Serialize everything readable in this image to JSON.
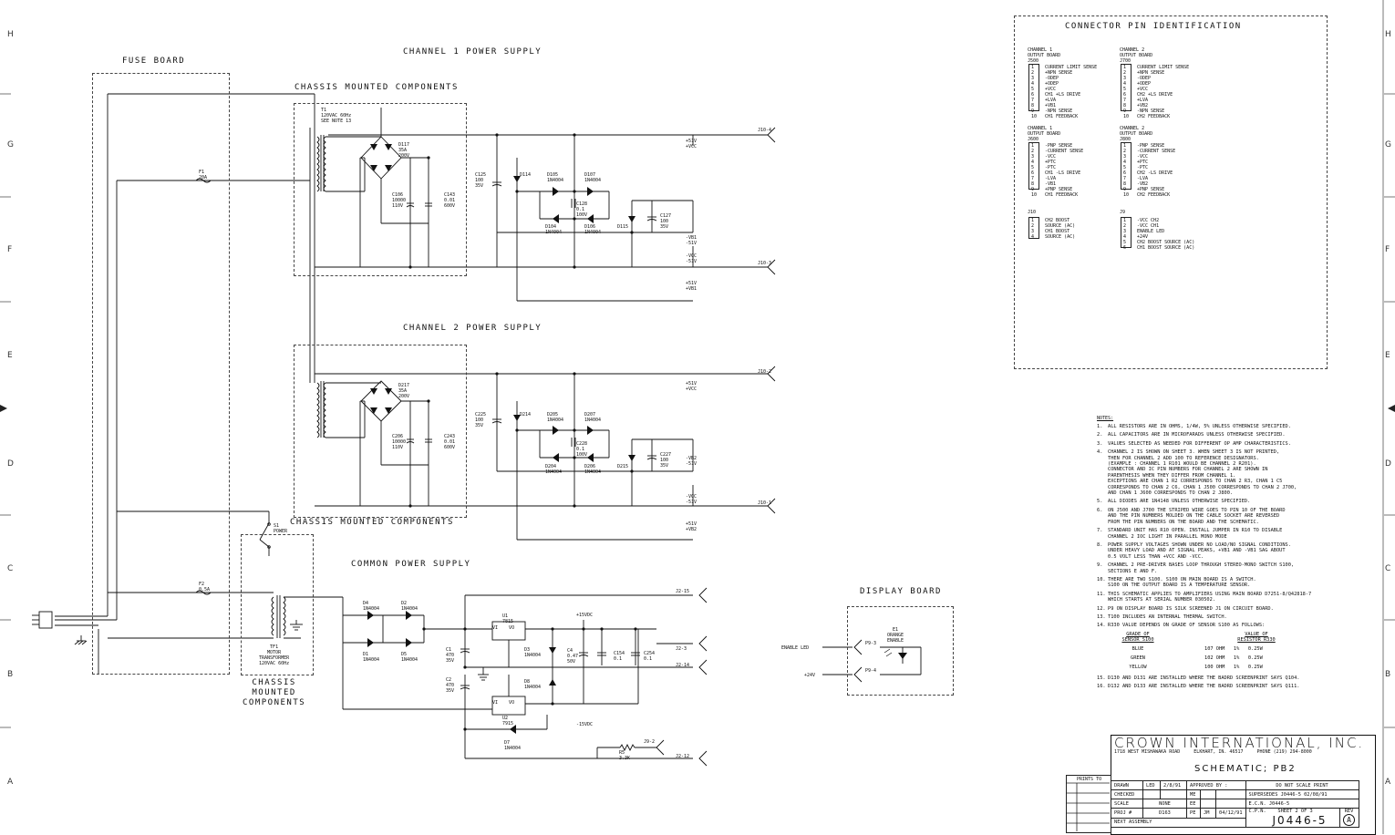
{
  "zones": {
    "left": [
      "H",
      "G",
      "F",
      "E",
      "D",
      "C",
      "B",
      "A"
    ],
    "right": [
      "H",
      "G",
      "F",
      "E",
      "D",
      "C",
      "B",
      "A"
    ]
  },
  "headings": {
    "fuse_board": "FUSE BOARD",
    "ch1_power_supply": "CHANNEL 1 POWER SUPPLY",
    "chassis_components_top": "CHASSIS MOUNTED COMPONENTS",
    "ch2_power_supply": "CHANNEL 2 POWER SUPPLY",
    "chassis_components_mid": "CHASSIS MOUNTED COMPONENTS",
    "common_power_supply": "COMMON POWER SUPPLY",
    "chassis_components_bottom": "CHASSIS\nMOUNTED\nCOMPONENTS",
    "display_board": "DISPLAY BOARD",
    "connector_pin_id": "CONNECTOR PIN IDENTIFICATION"
  },
  "components": {
    "t1": "T1\n120VAC 60Hz\nSEE NOTE 13",
    "f1": "F1\n20A",
    "f2": "F2\n0.5A",
    "s1": "S1\nPOWER",
    "tf1": "TF1\nMOTOR\nTRANSFORMER\n120VAC 60Hz",
    "d117": "D117\n35A\n200V",
    "c106": "C106\n10000\n110V",
    "c143": "C143\n0.01\n600V",
    "c125": "C125\n100\n35V",
    "d114": "D114",
    "d105": "D105\n1N4004",
    "d107": "D107\n1N4004",
    "c128": "C128\n0.1\n100V",
    "d104": "D104\n1N4004",
    "d106": "D106\n1N4004",
    "d115": "D115",
    "c127": "C127\n100\n35V",
    "d217": "D217\n35A\n200V",
    "c206": "C206\n10000\n110V",
    "c243": "C243\n0.01\n600V",
    "c225": "C225\n100\n35V",
    "d214": "D214",
    "d205": "D205\n1N4004",
    "d207": "D207\n1N4004",
    "c228": "C228\n0.1\n100V",
    "d204": "D204\n1N4004",
    "d206": "D206\n1N4004",
    "d215": "D215",
    "c227": "C227\n100\n35V",
    "d4": "D4\n1N4004",
    "d2": "D2\n1N4004",
    "d1": "D1\n1N4004",
    "d5": "D5\n1N4004",
    "c1": "C1\n470\n35V",
    "c2": "C2\n470\n35V",
    "u1": "U1\n7815",
    "u2": "U2\n7915",
    "d3": "D3\n1N4004",
    "d8": "D8\n1N4004",
    "c4": "C4\n0.47\n50V",
    "c154": "C154\n0.1",
    "c254": "C254\n0.1",
    "d7": "D7\n1N4004",
    "r5": "R5\n3.3K",
    "p15": "+15VDC",
    "m15": "-15VDC",
    "e1": "E1\nORANGE\nENABLE"
  },
  "rails": {
    "r1": "+51V\n+VCC",
    "r2": "-VB1\n-51V",
    "r3": "-VCC\n-51V",
    "r4": "+51V\n+VB1",
    "r5": "+51V\n+VCC",
    "r6": "-VB2\n-51V",
    "r7": "-VCC\n-51V",
    "r8": "+51V\n+VB2"
  },
  "connectors": {
    "j10_4": "J10-4",
    "j10_3": "J10-3",
    "j10_2": "J10-2",
    "j10_1": "J10-1",
    "j2_15": "J2-15",
    "j2_3": "J2-3",
    "j2_14": "J2-14",
    "j2_12": "J2-12",
    "j9_2": "J9-2",
    "p9_3": "P9-3",
    "p9_4": "P9-4",
    "enable_led": "ENABLE LED",
    "p24v": "+24V"
  },
  "pin_tables": [
    {
      "title": "CHANNEL 1\nOUTPUT BOARD\nJ500",
      "pins": "1\n2\n3\n4\n5\n6\n7\n8\n9\n10",
      "signals": "CURRENT LIMIT SENSE\n+NPN SENSE\n-ODEP\n+ODEP\n+VCC\nCH1 +LS DRIVE\n+LVA\n+VB1\n-NPN SENSE\nCH1 FEEDBACK"
    },
    {
      "title": "CHANNEL 2\nOUTPUT BOARD\nJ700",
      "pins": "1\n2\n3\n4\n5\n6\n7\n8\n9\n10",
      "signals": "CURRENT LIMIT SENSE\n+NPN SENSE\n-ODEP\n+ODEP\n+VCC\nCH2 +LS DRIVE\n+LVA\n+VB2\n-NPN SENSE\nCH2 FEEDBACK"
    },
    {
      "title": "CHANNEL 1\nOUTPUT BOARD\nJ600",
      "pins": "1\n2\n3\n4\n5\n6\n7\n8\n9\n10",
      "signals": "-PNP SENSE\n-CURRENT SENSE\n-VCC\n+PTC\n-PTC\nCH1 -LS DRIVE\n-LVA\n-VB1\n+PNP SENSE\nCH1 FEEDBACK"
    },
    {
      "title": "CHANNEL 2\nOUTPUT BOARD\nJ800",
      "pins": "1\n2\n3\n4\n5\n6\n7\n8\n9\n10",
      "signals": "-PNP SENSE\n-CURRENT SENSE\n-VCC\n+PTC\n-PTC\nCH2 -LS DRIVE\n-LVA\n-VB2\n+PNP SENSE\nCH2 FEEDBACK"
    },
    {
      "title": "J10",
      "pins": "1\n2\n3\n4",
      "signals": "CH2 BOOST\nSOURCE (AC)\nCH1 BOOST\nSOURCE (AC)"
    },
    {
      "title": "J9",
      "pins": "1\n2\n3\n4\n5\n6",
      "signals": "-VCC CH2\n-VCC CH1\nENABLE LED\n+24V\nCH2 BOOST SOURCE (AC)\nCH1 BOOST SOURCE (AC)"
    }
  ],
  "notes_title": "NOTES:",
  "notes": [
    {
      "n": "1.",
      "t": "ALL RESISTORS ARE IN OHMS, 1/4W, 5% UNLESS OTHERWISE SPECIFIED."
    },
    {
      "n": "2.",
      "t": "ALL CAPACITORS ARE IN MICROFARADS UNLESS OTHERWISE SPECIFIED."
    },
    {
      "n": "3.",
      "t": "VALUES SELECTED AS NEEDED FOR DIFFERENT OP AMP CHARACTERISTICS."
    },
    {
      "n": "4.",
      "t": "CHANNEL 2 IS SHOWN ON SHEET 3. WHEN SHEET 3 IS NOT PRINTED,\nTHEN FOR CHANNEL 2 ADD 100 TO REFERENCE DESIGNATORS.\n(EXAMPLE : CHANNEL 1 R101 WOULD BE CHANNEL 2 R201).\nCONNECTOR AND IC PIN NUMBERS FOR CHANNEL 2 ARE SHOWN IN\nPARENTHESIS WHEN THEY DIFFER FROM CHANNEL 1.\nEXCEPTIONS ARE CHAN 1 R2 CORRESPONDS TO CHAN 2 R3, CHAN 1 C5\nCORRESPONDS TO CHAN 2 C6, CHAN 1 J500 CORRESPONDS TO CHAN 2 J700,\nAND CHAN 1 J600 CORRESPONDS TO CHAN 2 J800."
    },
    {
      "n": "5.",
      "t": "ALL DIODES ARE 1N4148 UNLESS OTHERWISE SPECIFIED."
    },
    {
      "n": "6.",
      "t": "ON J500 AND J700 THE STRIPED WIRE GOES TO PIN 10 OF THE BOARD\nAND THE PIN NUMBERS MOLDED ON THE CABLE SOCKET ARE REVERSED\nFROM THE PIN NUMBERS ON THE BOARD AND THE SCHEMATIC."
    },
    {
      "n": "7.",
      "t": "STANDARD UNIT HAS R10 OPEN. INSTALL JUMPER IN R10 TO DISABLE\nCHANNEL 2 IOC LIGHT IN PARALLEL MONO MODE"
    },
    {
      "n": "8.",
      "t": "POWER SUPPLY VOLTAGES SHOWN UNDER NO LOAD/NO SIGNAL CONDITIONS.\nUNDER HEAVY LOAD AND AT SIGNAL PEAKS, +VB1 AND -VB1 SAG ABOUT\n0.5 VOLT LESS THAN +VCC AND -VCC."
    },
    {
      "n": "9.",
      "t": "CHANNEL 2 PRE-DRIVER BASES LOOP THROUGH STEREO-MONO SWITCH S100,\nSECTIONS E AND F."
    },
    {
      "n": "10.",
      "t": "THERE ARE TWO S100. S100 ON MAIN BOARD IS A SWITCH.\nS100 ON THE OUTPUT BOARD IS A TEMPERATURE SENSOR."
    },
    {
      "n": "11.",
      "t": "THIS SCHEMATIC APPLIES TO AMPLIFIERS USING MAIN BOARD D7251-8/Q42818-7\nWHICH STARTS AT SERIAL NUMBER 030502."
    },
    {
      "n": "12.",
      "t": "P9 ON DISPLAY BOARD IS SILK SCREENED J1 ON CIRCUIT BOARD."
    },
    {
      "n": "13.",
      "t": "T100 INCLUDES AN INTERNAL THERMAL SWITCH."
    },
    {
      "n": "14.",
      "t": "R330 VALUE DEPENDS ON GRADE OF SENSOR S100 AS FOLLOWS:"
    },
    {
      "n": "15.",
      "t": "D130 AND D131 ARE INSTALLED WHERE THE BADRD SCREENPRINT SAYS Q104."
    },
    {
      "n": "16.",
      "t": "D132 AND D133 ARE INSTALLED WHERE THE BADRD SCREENPRINT SAYS Q111."
    }
  ],
  "sensor_table": {
    "h1": "GRADE OF\nSENSOR S100",
    "h2": "VALUE OF\nRESISTOR R330",
    "rows": [
      {
        "grade": "BLUE",
        "value": "107 OHM   1%   0.25W"
      },
      {
        "grade": "GREEN",
        "value": "102 OHM   1%   0.25W"
      },
      {
        "grade": "YELLOW",
        "value": "100 OHM   1%   0.25W"
      }
    ]
  },
  "title_block": {
    "company": "CROWN INTERNATIONAL, INC.",
    "address": "1718 WEST MISHAWAKA ROAD     ELKHART, IN. 46517     PHONE (219) 294-8000",
    "title": "SCHEMATIC; PB2",
    "prints_to": "PRINTS TO",
    "drawn": "DRAWN",
    "drawn_by": "LED",
    "drawn_date": "2/8/91",
    "approved_by": "APPROVED BY :",
    "no_scale": "DO NOT SCALE PRINT",
    "checked": "CHECKED",
    "me": "ME",
    "supersedes": "SUPERSEDES  J0446-5  02/08/91",
    "scale": "SCALE",
    "scale_val": "NONE",
    "ee": "EE",
    "ecn": "E.C.N.  J0446-5",
    "proj": "PROJ #",
    "proj_val": "D163",
    "pe": "PE",
    "pe_by": "JM",
    "pe_date": "04/12/91",
    "cpn": "C.P.N.",
    "sheet": "SHEET 2 OF 3",
    "rev_label": "REV",
    "rev": "A",
    "drawing_no": "J0446-5",
    "next_assembly": "NEXT ASSEMBLY"
  }
}
